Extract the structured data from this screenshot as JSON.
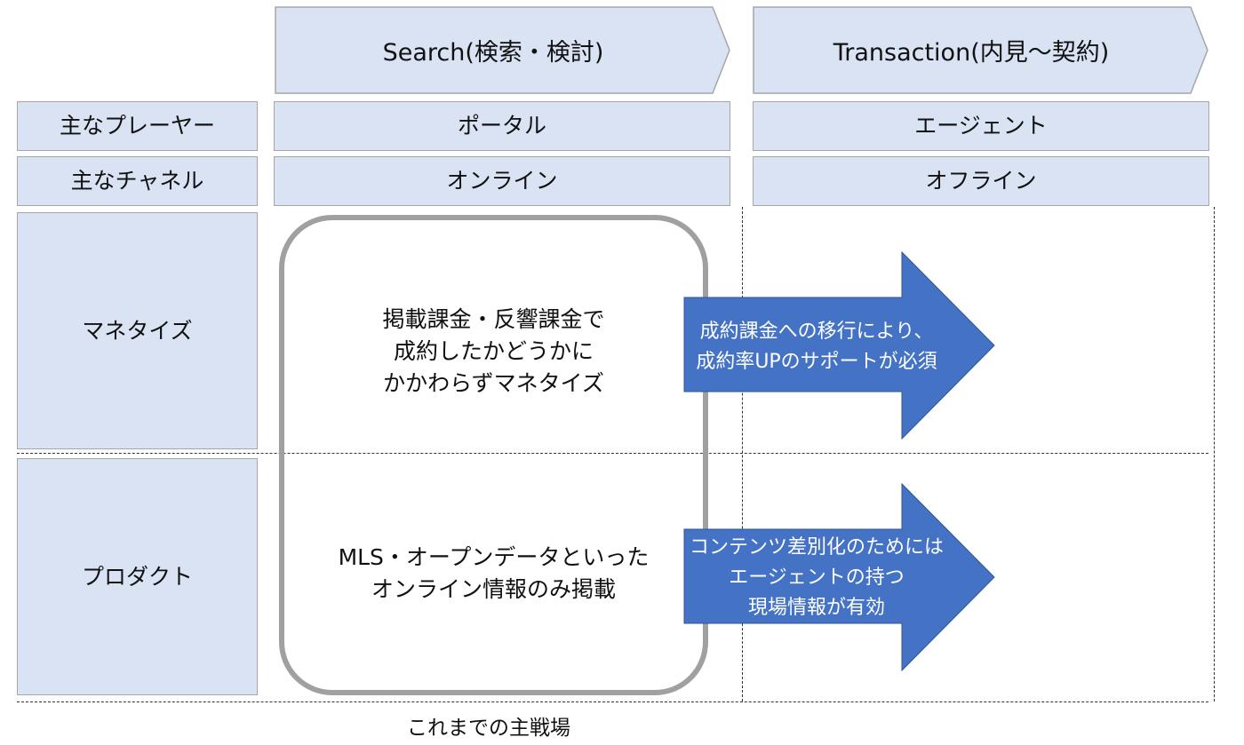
{
  "phases": {
    "search": "Search(検索・検討)",
    "transaction": "Transaction(内見～契約)"
  },
  "rows": {
    "players": {
      "label": "主なプレーヤー",
      "search": "ポータル",
      "transaction": "エージェント"
    },
    "channels": {
      "label": "主なチャネル",
      "search": "オンライン",
      "transaction": "オフライン"
    },
    "monetize": {
      "label": "マネタイズ",
      "search_text": "掲載課金・反響課金で\n成約したかどうかに\nかかわらずマネタイズ",
      "arrow_text": "成約課金への移行により、\n成約率UPのサポートが必須"
    },
    "product": {
      "label": "プロダクト",
      "search_text": "MLS・オープンデータといった\nオンライン情報のみ掲載",
      "arrow_text": "コンテンツ差別化のためには\nエージェントの持つ\n現場情報が有効"
    }
  },
  "caption": "これまでの主戦場",
  "colors": {
    "cell_fill": "#dae3f3",
    "cell_border": "#a6a6a6",
    "arrow_fill": "#4472c4",
    "arrow_stroke": "#2f5597",
    "box_border": "#a0a0a0"
  }
}
